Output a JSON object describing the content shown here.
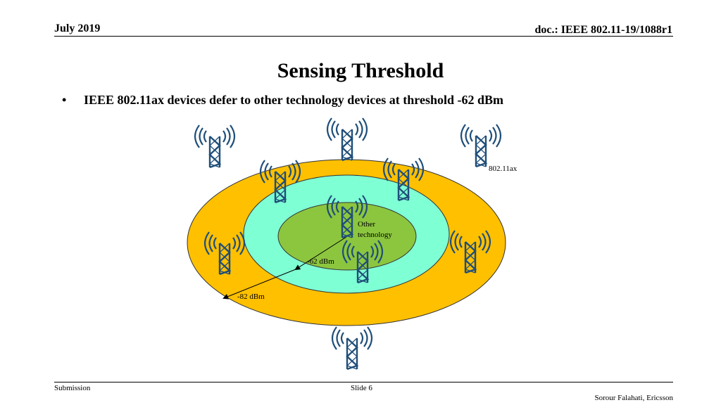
{
  "header": {
    "date": "July 2019",
    "doc_id": "doc.: IEEE 802.11-19/1088r1"
  },
  "slide": {
    "title": "Sensing Threshold",
    "bullets": [
      "IEEE 802.11ax devices defer to other technology devices at threshold -62 dBm"
    ]
  },
  "diagram": {
    "label_ax": "802.11ax",
    "label_other_line1": "Other",
    "label_other_line2": "technology",
    "label_inner_threshold": "-62 dBm",
    "label_outer_threshold": "-82 dBm",
    "colors": {
      "outer_ring": "#FFC000",
      "middle_ring": "#7FFFD4",
      "inner_zone": "#8CC63F",
      "antenna": "#1F4E79"
    }
  },
  "footer": {
    "left": "Submission",
    "center": "Slide 6",
    "right": "Sorour Falahati, Ericsson"
  }
}
